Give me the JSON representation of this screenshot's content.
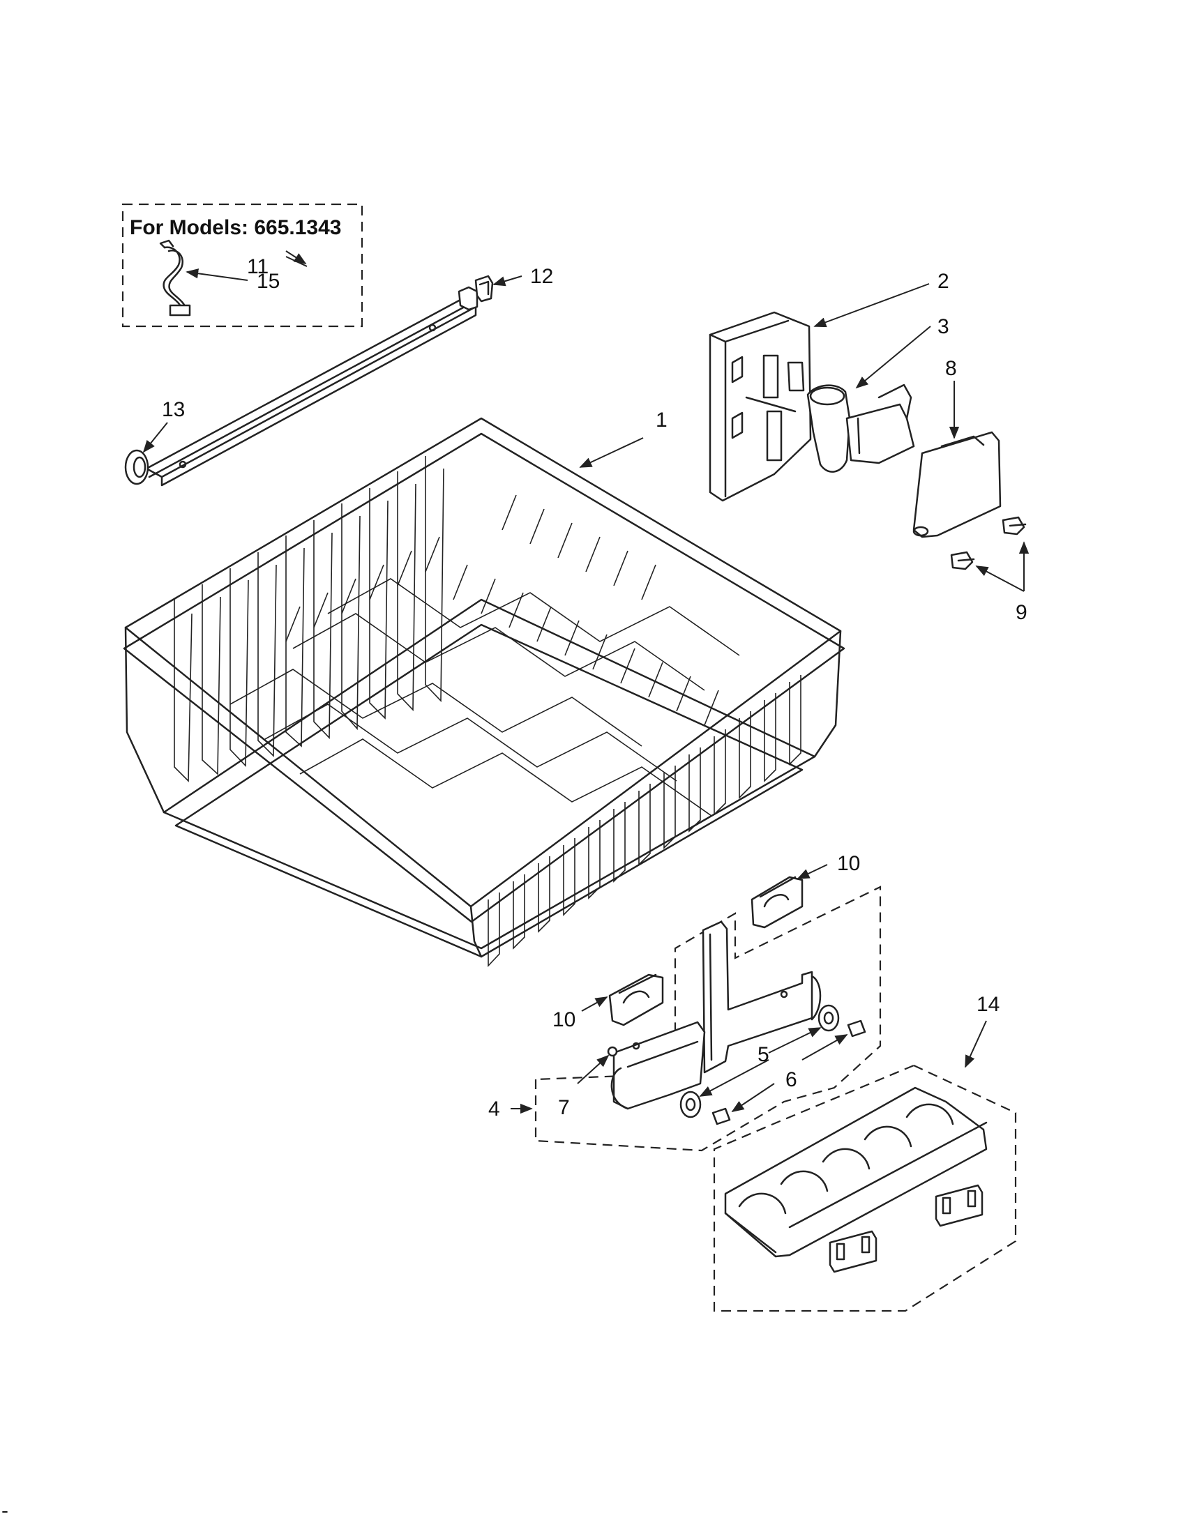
{
  "inset": {
    "title": "For Models: 665.1343"
  },
  "callouts": {
    "c1": "1",
    "c2": "2",
    "c3": "3",
    "c4": "4",
    "c5": "5",
    "c6": "6",
    "c7": "7",
    "c8": "8",
    "c9": "9",
    "c10a": "10",
    "c10b": "10",
    "c11": "11",
    "c12": "12",
    "c13": "13",
    "c14": "14",
    "c15": "15"
  },
  "footer_mark": "-"
}
